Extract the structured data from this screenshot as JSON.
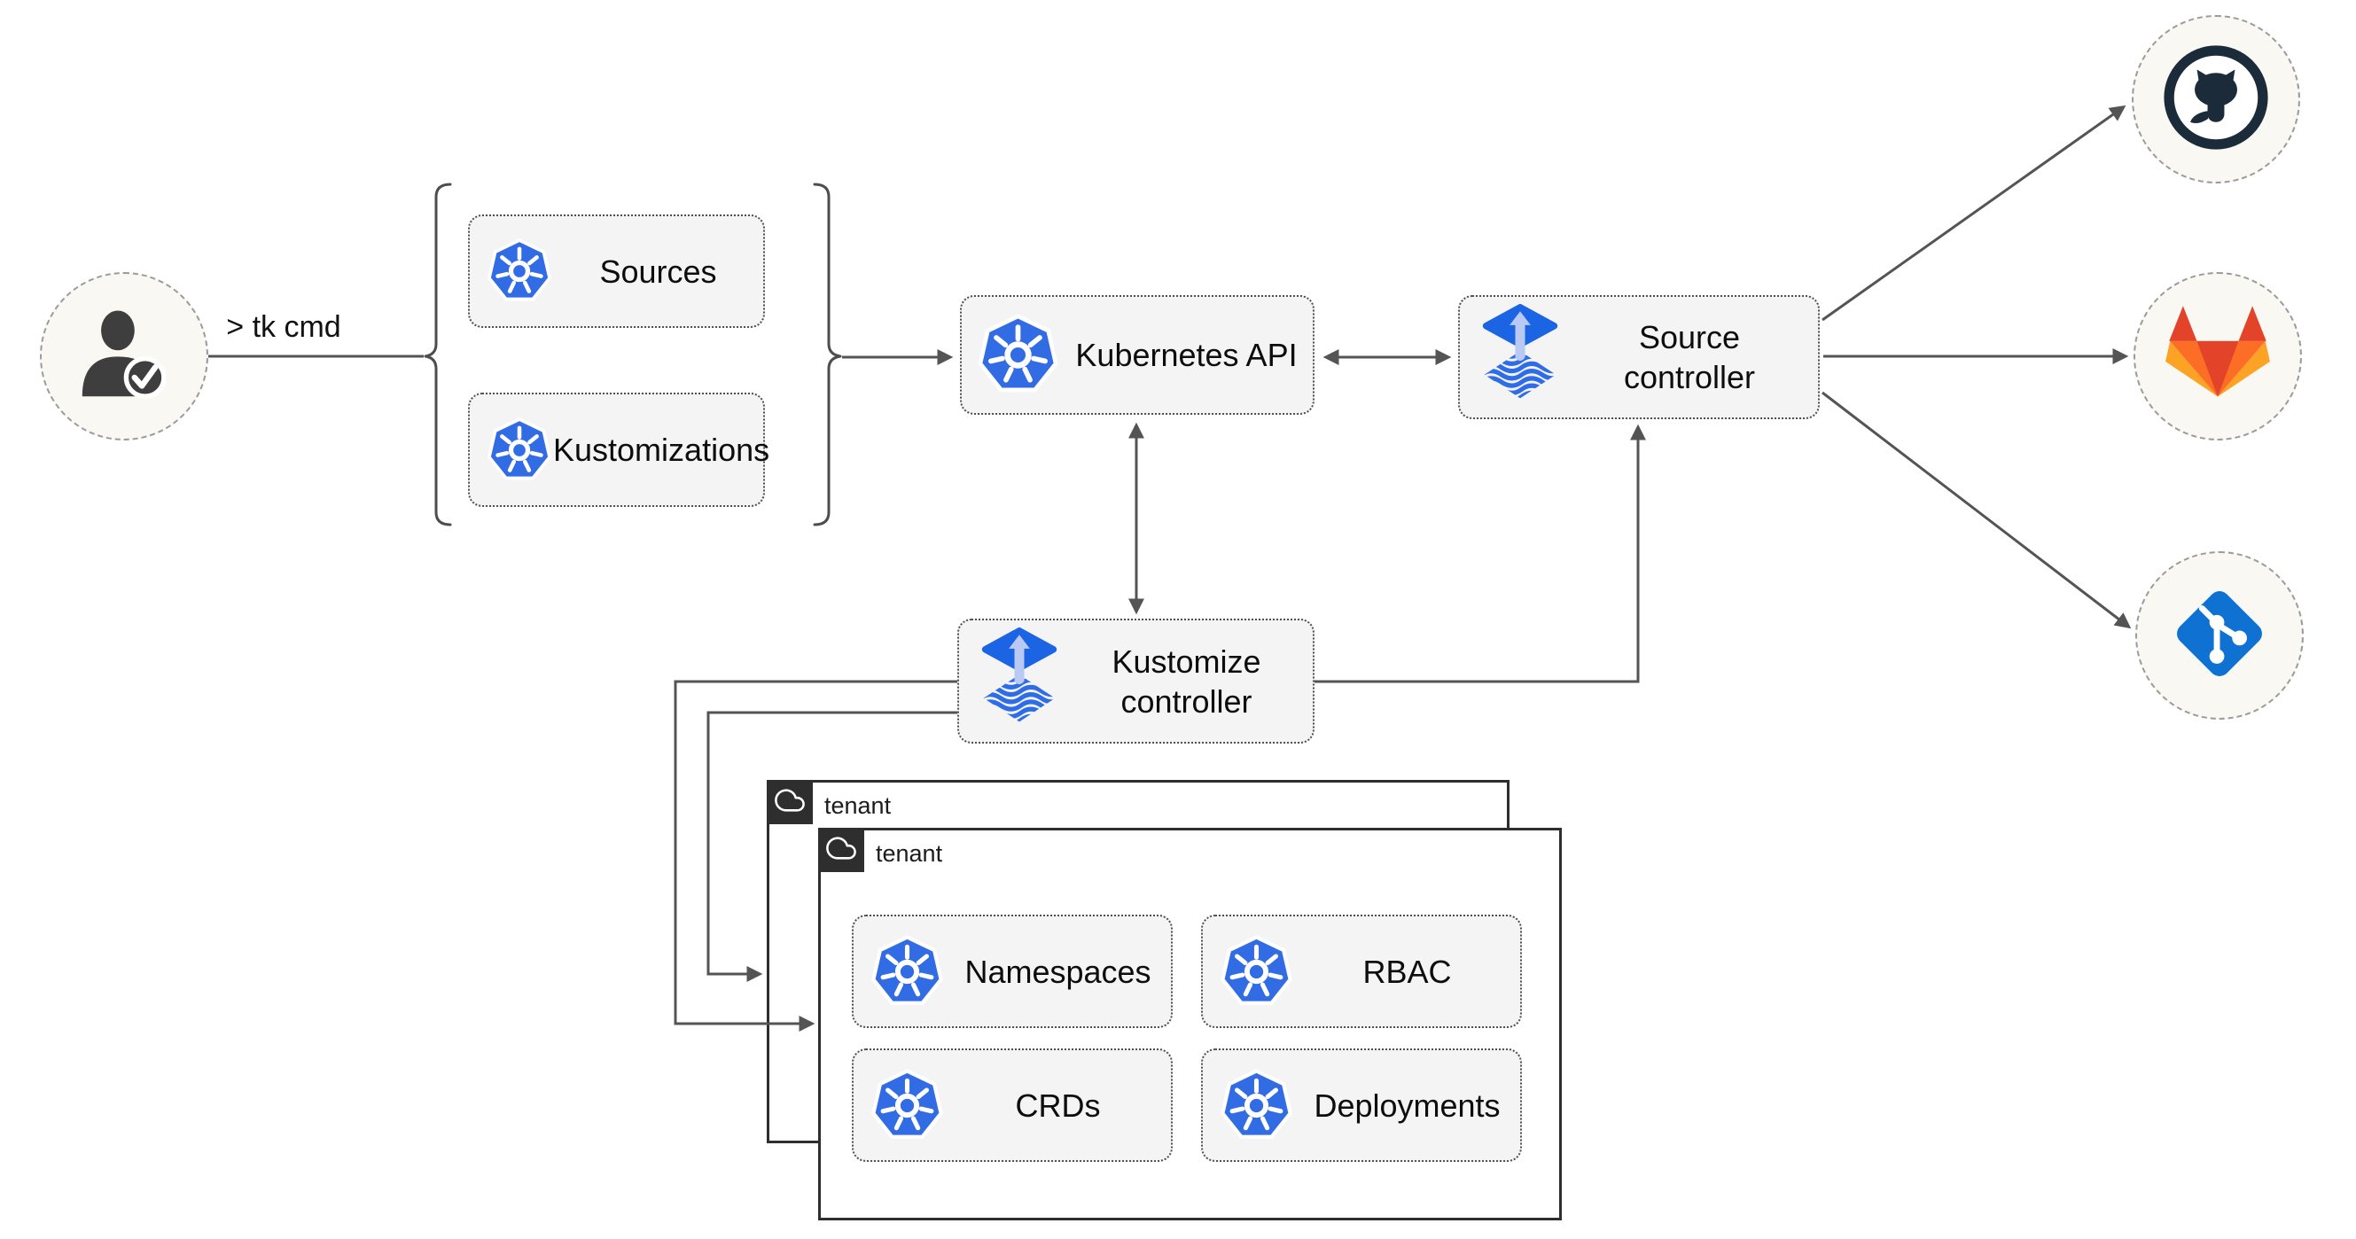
{
  "cli": {
    "label": "> tk cmd"
  },
  "actor": {
    "icon": "user-check-icon"
  },
  "cluster": {
    "crd_group": [
      {
        "label": "Sources",
        "icon": "kubernetes-icon"
      },
      {
        "label": "Kustomizations",
        "icon": "kubernetes-icon"
      }
    ],
    "kubernetes_api": {
      "label": "Kubernetes API",
      "icon": "kubernetes-icon"
    },
    "source_controller": {
      "label": "Source controller",
      "icon": "flux-icon"
    },
    "kustomize_controller": {
      "label": "Kustomize controller",
      "icon": "flux-icon"
    }
  },
  "repositories": [
    {
      "name": "GitHub",
      "icon": "github-icon"
    },
    {
      "name": "GitLab",
      "icon": "gitlab-icon"
    },
    {
      "name": "Git",
      "icon": "git-icon"
    }
  ],
  "tenants": {
    "back": {
      "title": "tenant",
      "icon": "cloud-icon"
    },
    "front": {
      "title": "tenant",
      "icon": "cloud-icon",
      "resources": [
        {
          "label": "Namespaces",
          "icon": "kubernetes-icon"
        },
        {
          "label": "RBAC",
          "icon": "kubernetes-icon"
        },
        {
          "label": "CRDs",
          "icon": "kubernetes-icon"
        },
        {
          "label": "Deployments",
          "icon": "kubernetes-icon"
        }
      ]
    }
  },
  "colors": {
    "kubernetes_blue": "#326CE5",
    "flux_blue": "#1b64e4",
    "flux_arrow_light": "#b9c9f3",
    "github_dark": "#1c2b39",
    "gitlab_red": "#e24329",
    "gitlab_orange": "#fc6d26",
    "gitlab_amber": "#fca326",
    "git_blue": "#0f72d2",
    "connector_gray": "#545454",
    "node_fill": "#f4f4f4",
    "node_border": "#4f4f4f",
    "circle_fill": "#faf8f3",
    "window_dark": "#2e2e2e"
  }
}
